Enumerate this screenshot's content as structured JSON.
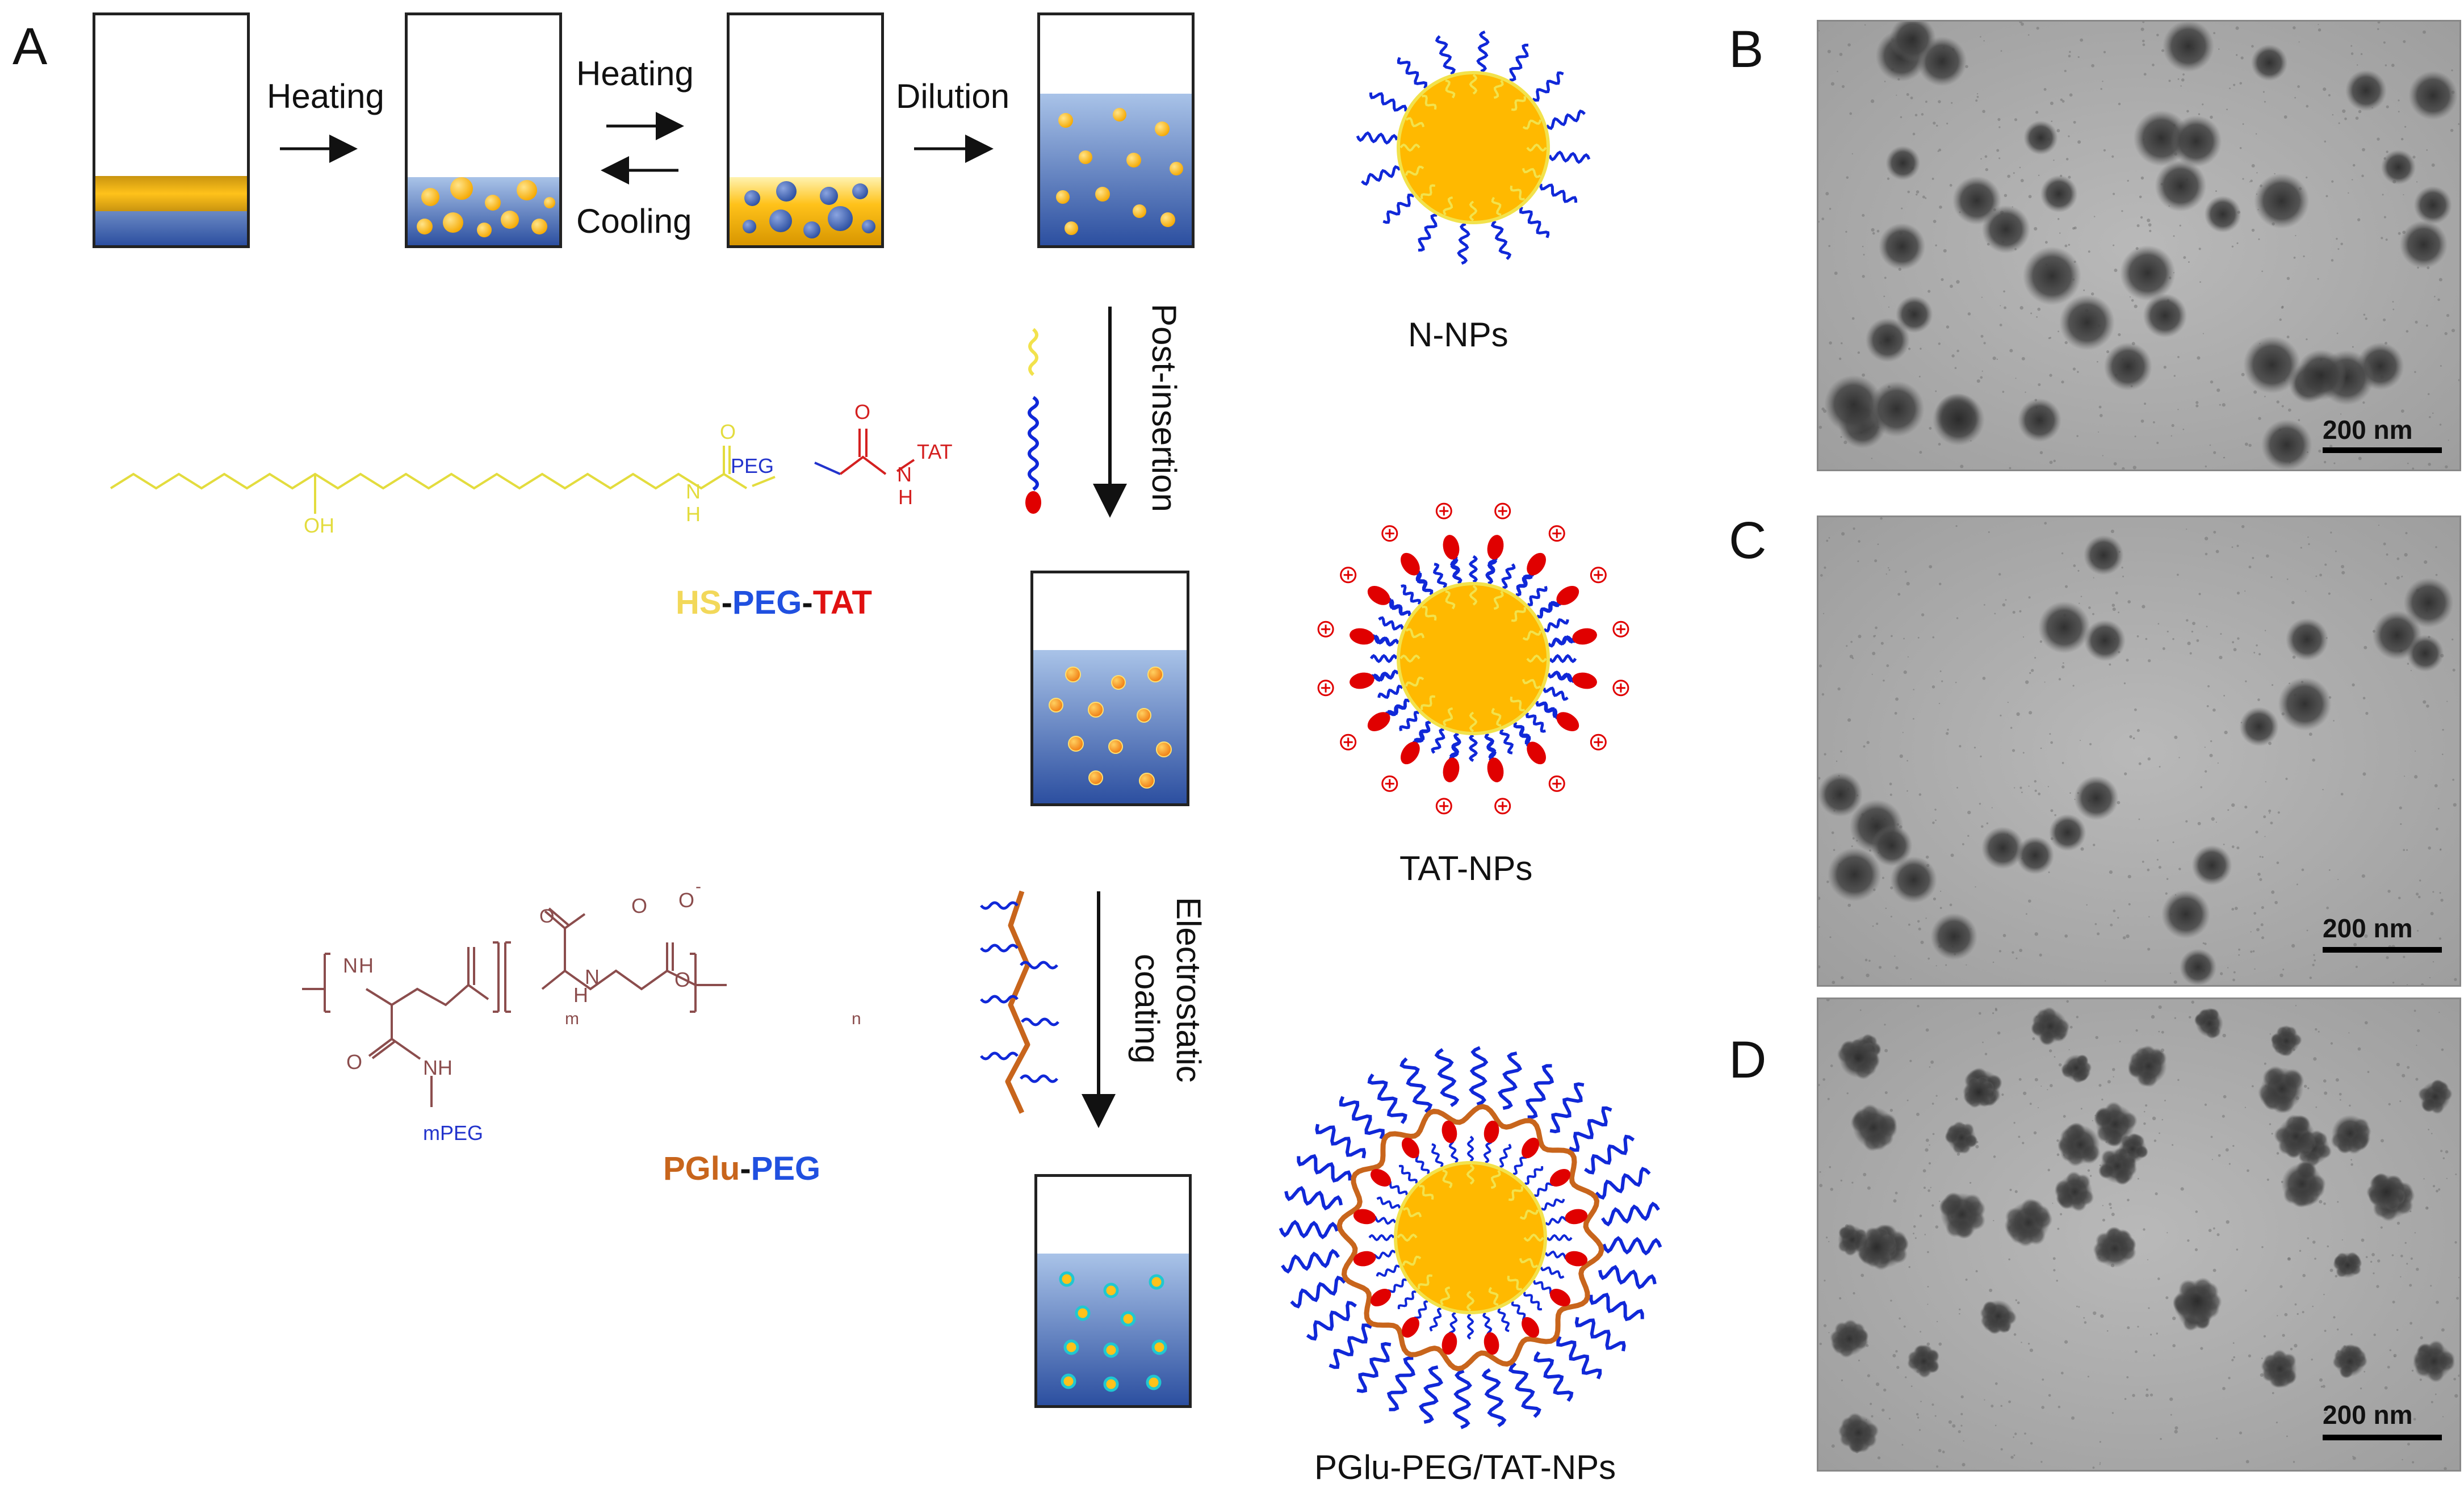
{
  "panels": {
    "A": "A",
    "B": "B",
    "C": "C",
    "D": "D"
  },
  "steps": {
    "heating1": "Heating",
    "heating2": "Heating",
    "cooling": "Cooling",
    "dilution": "Dilution",
    "post_insertion": "Post-insertion",
    "electrostatic_line1": "Electrostatic",
    "electrostatic_line2": "coating"
  },
  "nanoparticles": {
    "n_nps": "N-NPs",
    "tat_nps": "TAT-NPs",
    "pglu_peg_tat_nps": "PGlu-PEG/TAT-NPs"
  },
  "hs_peg_tat": {
    "oh": "OH",
    "o": "O",
    "n1": "N",
    "h1": "H",
    "peg": "PEG",
    "o2": "O",
    "n2": "N",
    "h2": "H",
    "tat": "TAT",
    "name_hs": "HS",
    "name_dash1": "-",
    "name_peg": "PEG",
    "name_dash2": "-",
    "name_tat": "TAT"
  },
  "pglu_peg": {
    "n_left": "N",
    "h_left": "H",
    "o_top": "O",
    "o_minus": "O",
    "minus": "-",
    "m_sub": "m",
    "h_mid": "H",
    "n_mid": "N",
    "o_right": "O",
    "n_sub": "n",
    "o_amide": "O",
    "nh": "NH",
    "mpeg": "mPEG",
    "name_pglu": "PGlu",
    "name_dash": "-",
    "name_peg": "PEG"
  },
  "scale_bars": {
    "B": "200 nm",
    "C": "200 nm",
    "D": "200 nm"
  },
  "colors": {
    "gold": "#FFB900",
    "blue_dark": "#2C4FA0",
    "blue_light": "#A9C3E8",
    "chain_blue": "#1028D8",
    "chain_yellow": "#F2E24C",
    "tat_red": "#E00000",
    "pglu_brown": "#C8651C",
    "chem_brown": "#8B4D4D",
    "chem_yellow": "#E3DC3E",
    "chem_blue": "#2233CC",
    "chem_red": "#D42020"
  }
}
